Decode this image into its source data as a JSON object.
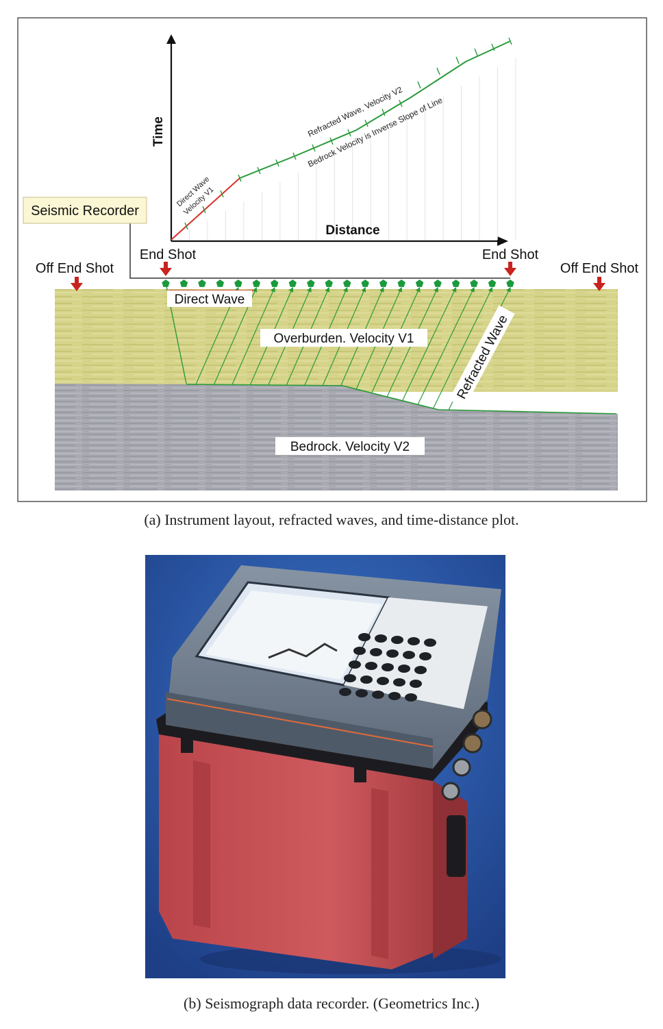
{
  "figure_a": {
    "axes": {
      "y_label": "Time",
      "x_label": "Distance"
    },
    "labels": {
      "seismic_recorder": "Seismic Recorder",
      "end_shot_left": "End Shot",
      "end_shot_right": "End Shot",
      "off_end_shot_left": "Off End Shot",
      "off_end_shot_right": "Off End Shot",
      "direct_wave": "Direct Wave",
      "overburden": "Overburden. Velocity V1",
      "bedrock": "Bedrock. Velocity V2",
      "refracted_wave": "Refracted Wave",
      "plot_direct_line1": "Direct Wave",
      "plot_direct_line2": "Velocity V1",
      "plot_refracted": "Refracted Wave, Velocity V2",
      "plot_bedrock_note": "Bedrock Velocity is Inverse Slope of Line"
    },
    "colors": {
      "overburden": "#d6d48a",
      "bedrock": "#a8a9b1",
      "geophone": "#1a9a3c",
      "ray": "#2a9a3a",
      "direct_curve": "#d8322a",
      "shot_arrow": "#c8231f",
      "recorder_box": "#fbf6d4"
    },
    "geophone_count": 20
  },
  "captions": {
    "a": "(a) Instrument layout, refracted waves, and time-distance plot.",
    "b": "(b) Seismograph data recorder. (Geometrics Inc.)"
  },
  "photo": {
    "colors": {
      "background": "#2f5fb0",
      "case": "#c65055",
      "lid": "#6f7c8c",
      "screen": "#dfe8f2"
    }
  }
}
